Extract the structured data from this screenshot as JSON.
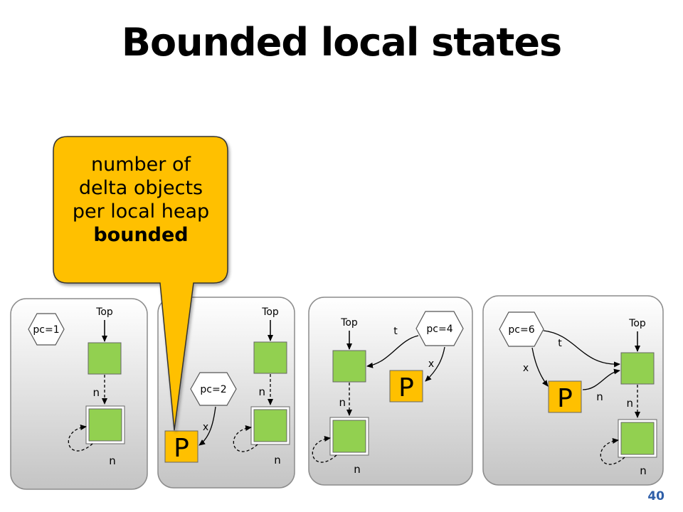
{
  "title": "Bounded local states",
  "callout": {
    "lines": [
      "number of",
      "delta objects",
      "per local heap"
    ],
    "emphasis": "bounded"
  },
  "page_number": "40",
  "colors": {
    "node_fill": "#92d050",
    "callout_fill": "#ffc000",
    "panel_fill": "#d0d0d0",
    "page_number": "#2e5ea8"
  },
  "panels": [
    {
      "pc": "pc=1",
      "top": "Top",
      "edge_n1": "n",
      "edge_n2": "n"
    },
    {
      "pc": "pc=2",
      "top": "Top",
      "edge_n1": "n",
      "edge_n2": "n",
      "proc": "P",
      "edge_x": "x"
    },
    {
      "pc": "pc=4",
      "top": "Top",
      "edge_n1": "n",
      "edge_n2": "n",
      "proc": "P",
      "edge_x": "x",
      "edge_t": "t"
    },
    {
      "pc": "pc=6",
      "top": "Top",
      "edge_n1": "n",
      "edge_n2": "n",
      "proc": "P",
      "edge_x": "x",
      "edge_t": "t",
      "edge_n3": "n"
    }
  ]
}
